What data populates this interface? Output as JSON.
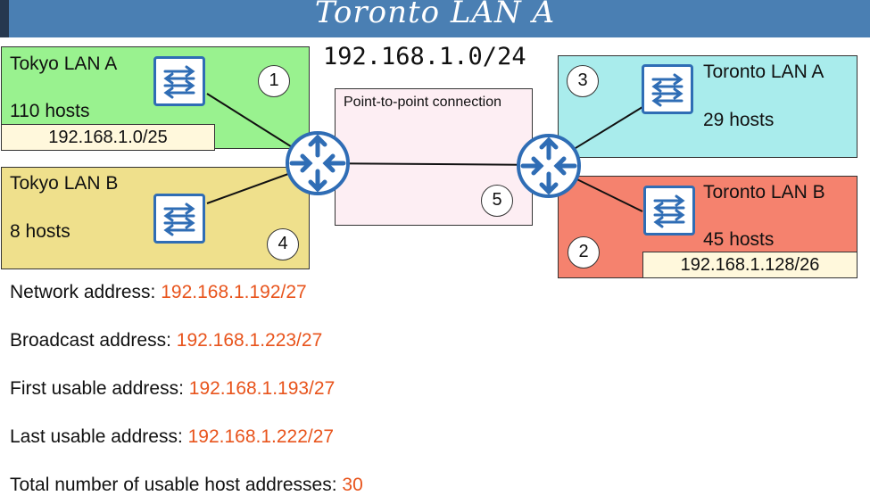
{
  "title": "Toronto LAN A",
  "network": "192.168.1.0/24",
  "p2p_label": "Point-to-point connection",
  "lans": {
    "tokyo_a": {
      "name": "Tokyo LAN A",
      "hosts": "110 hosts",
      "subnet": "192.168.1.0/25",
      "order": "1",
      "color": "#99f28f"
    },
    "tokyo_b": {
      "name": "Tokyo LAN B",
      "hosts": "8 hosts",
      "order": "4",
      "color": "#efe08c"
    },
    "toronto_a": {
      "name": "Toronto LAN A",
      "hosts": "29 hosts",
      "order": "3",
      "color": "#a9ecec"
    },
    "toronto_b": {
      "name": "Toronto LAN B",
      "hosts": "45 hosts",
      "subnet": "192.168.1.128/26",
      "order": "2",
      "color": "#f5826e"
    }
  },
  "p2p_order": "5",
  "answers": [
    {
      "label": "Network address: ",
      "value": "192.168.1.192/27"
    },
    {
      "label": "Broadcast address: ",
      "value": "192.168.1.223/27"
    },
    {
      "label": "First usable address: ",
      "value": "192.168.1.193/27"
    },
    {
      "label": "Last usable address: ",
      "value": "192.168.1.222/27"
    },
    {
      "label": "Total number of usable host addresses: ",
      "value": "30"
    }
  ],
  "icons": {
    "switch": "switch-icon",
    "router": "router-icon"
  }
}
